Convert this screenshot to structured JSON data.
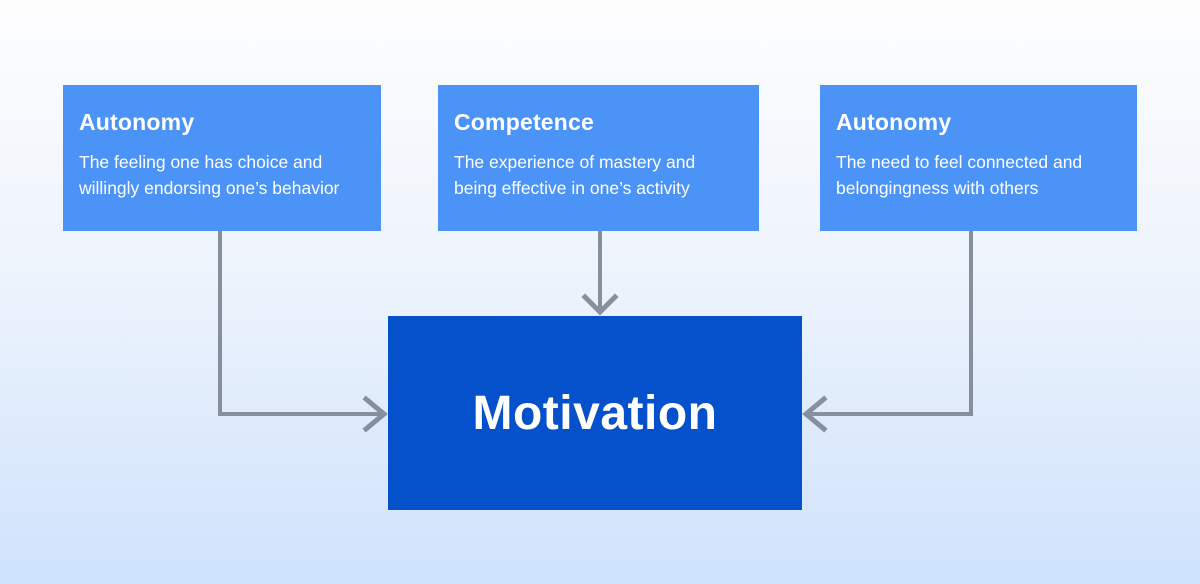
{
  "diagram": {
    "boxes": [
      {
        "heading": "Autonomy",
        "lines": [
          "The feeling one has choice and",
          "willingly endorsing one’s behavior"
        ]
      },
      {
        "heading": "Competence",
        "lines": [
          "The experience of mastery and",
          "being effective in one’s activity"
        ]
      },
      {
        "heading": "Autonomy",
        "lines": [
          "The need to feel connected and",
          "belongingness with others"
        ]
      }
    ],
    "center": {
      "title": "Motivation"
    },
    "colors": {
      "factor_box_fill": "#4b93f7",
      "motivation_fill": "#0550cb",
      "arrow": "#868f9b",
      "text": "#ffffff",
      "background_top": "#fdfdfe",
      "background_bottom": "#cfe2fc"
    }
  }
}
